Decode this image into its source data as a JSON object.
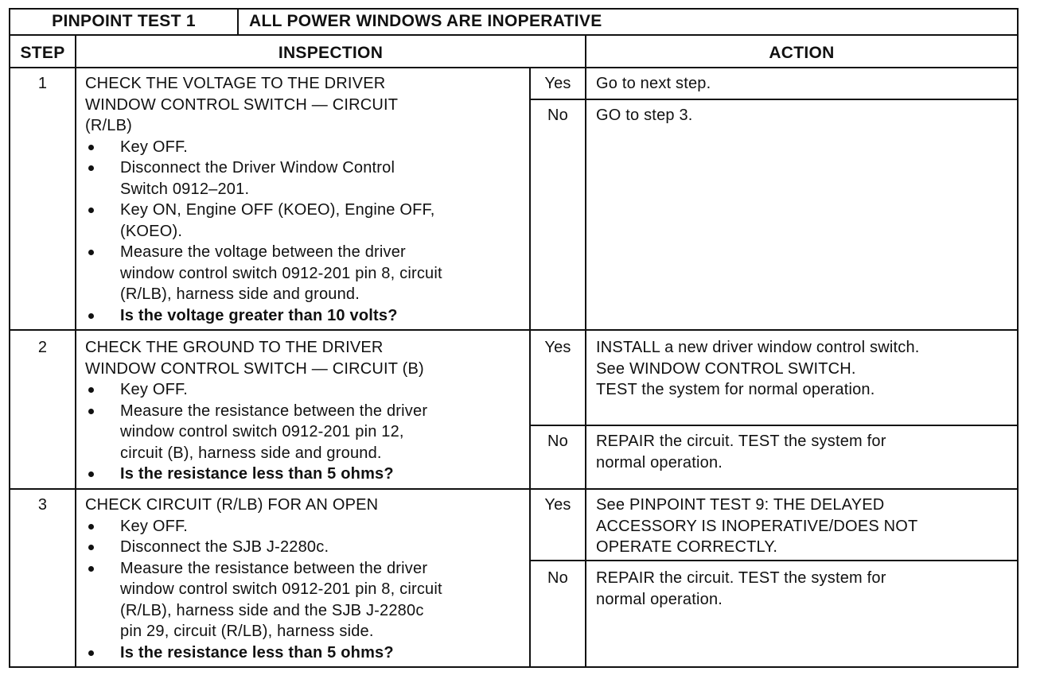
{
  "header": {
    "test_id": "PINPOINT TEST 1",
    "test_title": "ALL POWER WINDOWS ARE INOPERATIVE"
  },
  "columns": {
    "step": "STEP",
    "inspection": "INSPECTION",
    "action": "ACTION"
  },
  "steps": [
    {
      "number": "1",
      "title_lines": [
        "CHECK THE VOLTAGE TO THE DRIVER",
        "WINDOW CONTROL SWITCH — CIRCUIT",
        "(R/LB)"
      ],
      "bullets": [
        [
          "Key OFF."
        ],
        [
          "Disconnect the Driver Window Control",
          "Switch 0912–201."
        ],
        [
          "Key ON, Engine OFF (KOEO), Engine OFF,",
          "(KOEO)."
        ],
        [
          "Measure the voltage between the driver",
          "window control switch 0912-201 pin 8, circuit",
          "(R/LB), harness side and ground."
        ]
      ],
      "question": "Is the voltage greater than 10 volts?",
      "yes_label": "Yes",
      "yes_action": [
        "Go to next step."
      ],
      "no_label": "No",
      "no_action": [
        "GO to step 3."
      ]
    },
    {
      "number": "2",
      "title_lines": [
        "CHECK THE GROUND TO THE DRIVER",
        "WINDOW CONTROL SWITCH — CIRCUIT (B)"
      ],
      "bullets": [
        [
          "Key OFF."
        ],
        [
          "Measure the resistance between the driver",
          "window control switch 0912-201 pin 12,",
          "circuit (B), harness side and ground."
        ]
      ],
      "question": "Is the resistance less than 5 ohms?",
      "yes_label": "Yes",
      "yes_action": [
        "INSTALL a new driver window control switch.",
        "See WINDOW CONTROL SWITCH.",
        "TEST the system for normal  operation."
      ],
      "no_label": "No",
      "no_action": [
        "REPAIR the circuit.  TEST the system for",
        "normal operation."
      ]
    },
    {
      "number": "3",
      "title_lines": [
        "CHECK CIRCUIT (R/LB) FOR AN OPEN"
      ],
      "bullets": [
        [
          "Key OFF."
        ],
        [
          "Disconnect the SJB J-2280c."
        ],
        [
          "Measure the resistance between the driver",
          "window control switch 0912-201 pin 8, circuit",
          "(R/LB), harness side and the SJB J-2280c",
          "pin 29, circuit (R/LB), harness side."
        ]
      ],
      "question": "Is the resistance less than 5 ohms?",
      "yes_label": "Yes",
      "yes_action": [
        "See PINPOINT TEST 9: THE DELAYED",
        "ACCESSORY IS INOPERATIVE/DOES NOT",
        "OPERATE CORRECTLY."
      ],
      "no_label": "No",
      "no_action": [
        "REPAIR the circuit.  TEST the system for",
        "normal operation."
      ]
    }
  ]
}
